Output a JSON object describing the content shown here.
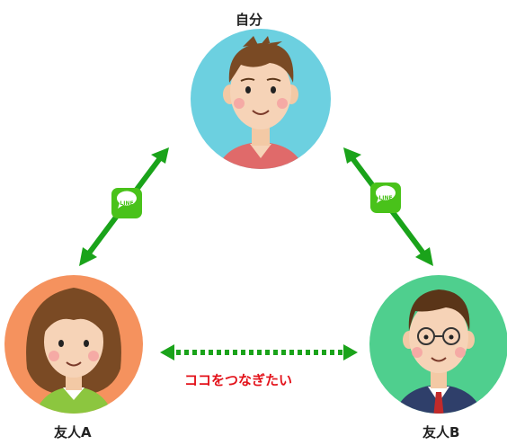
{
  "nodes": {
    "self": {
      "label": "自分"
    },
    "friend_a": {
      "label": "友人A"
    },
    "friend_b": {
      "label": "友人B"
    }
  },
  "connection_label": "ココをつなぎたい",
  "badge_text": "LINE",
  "colors": {
    "self_circle": "#6cd0e0",
    "friend_a_circle": "#f5925e",
    "friend_b_circle": "#4fcf8e",
    "arrow": "#1aa31a",
    "badge": "#49c21a",
    "highlight_text": "#e3121a"
  },
  "icons": [
    "line-chat-icon",
    "line-chat-icon"
  ]
}
